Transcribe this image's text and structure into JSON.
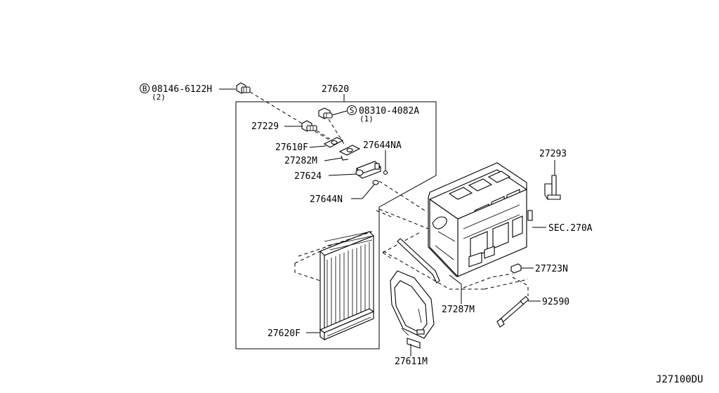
{
  "diagram": {
    "reference_code": "J27100DU",
    "bolt_symbol": "B",
    "screw_symbol": "S",
    "labels": {
      "bolt_part": "08146-6122H",
      "bolt_qty": "(2)",
      "assembly": "27620",
      "screw_part": "08310-4082A",
      "screw_qty": "(1)",
      "p27229": "27229",
      "p27610F": "27610F",
      "p27644NA": "27644NA",
      "p27282M": "27282M",
      "p27624": "27624",
      "p27644N": "27644N",
      "p27293": "27293",
      "sec": "SEC.270A",
      "p27723N": "27723N",
      "p92590": "92590",
      "p27287M": "27287M",
      "p27620F": "27620F",
      "p27611M": "27611M"
    }
  }
}
